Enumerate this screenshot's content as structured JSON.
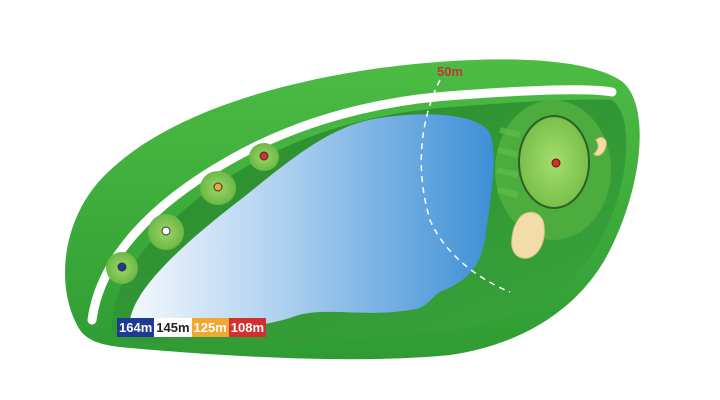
{
  "course": {
    "distance_marker": {
      "label": "50m",
      "color": "#c0392b"
    },
    "tees": [
      {
        "id": "blue",
        "label": "164m",
        "bg": "#1f3a93",
        "fg": "#ffffff"
      },
      {
        "id": "white",
        "label": "145m",
        "bg": "#ffffff",
        "fg": "#222222"
      },
      {
        "id": "gold",
        "label": "125m",
        "bg": "#f0a830",
        "fg": "#ffffff"
      },
      {
        "id": "red",
        "label": "108m",
        "bg": "#d32f2f",
        "fg": "#ffffff"
      }
    ],
    "colors": {
      "rough": "#3cae3c",
      "fairway": "#2e8b2e",
      "green": "#8fd05a",
      "water": "#5aa8e0",
      "bunker": "#f2dcaa",
      "pin": "#d32f2f"
    },
    "icons": {
      "pin": "flag-dot-icon",
      "tee": "tee-marker-icon"
    }
  }
}
